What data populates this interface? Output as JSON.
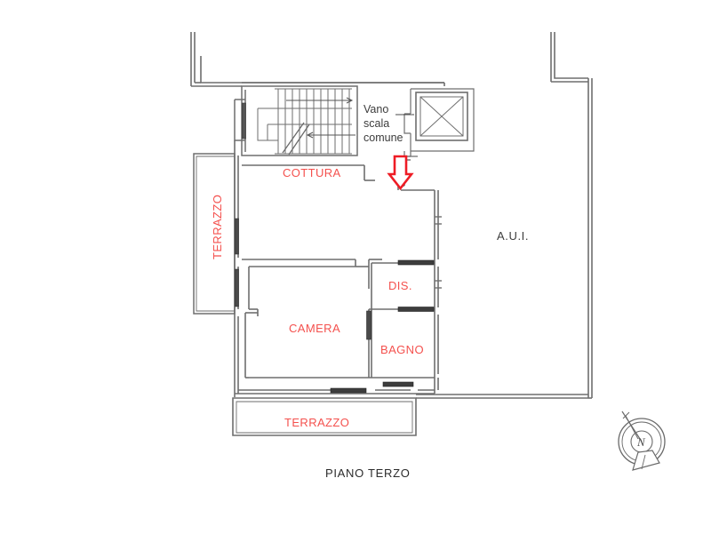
{
  "drawing": {
    "title": "PIANO TERZO",
    "wall_color": "#6e6e6e",
    "label_color": "#f4514e",
    "note_color": "#3c3c3c",
    "arrow_color": "#ee1c25",
    "background": "#ffffff"
  },
  "rooms": [
    {
      "name": "cottura",
      "label": "COTTURA",
      "orientation": "horizontal"
    },
    {
      "name": "camera",
      "label": "CAMERA",
      "orientation": "horizontal"
    },
    {
      "name": "disimpegno",
      "label": "DIS.",
      "orientation": "horizontal"
    },
    {
      "name": "bagno",
      "label": "BAGNO",
      "orientation": "horizontal"
    },
    {
      "name": "terrazzo-left",
      "label": "TERRAZZO",
      "orientation": "vertical"
    },
    {
      "name": "terrazzo-bottom",
      "label": "TERRAZZO",
      "orientation": "horizontal"
    }
  ],
  "annotations": {
    "stairwell_note": "Vano\nscala\ncomune",
    "adjacent_unit": "A.U.I.",
    "compass_letter": "N",
    "entry_arrow": "entry-direction-arrow"
  }
}
